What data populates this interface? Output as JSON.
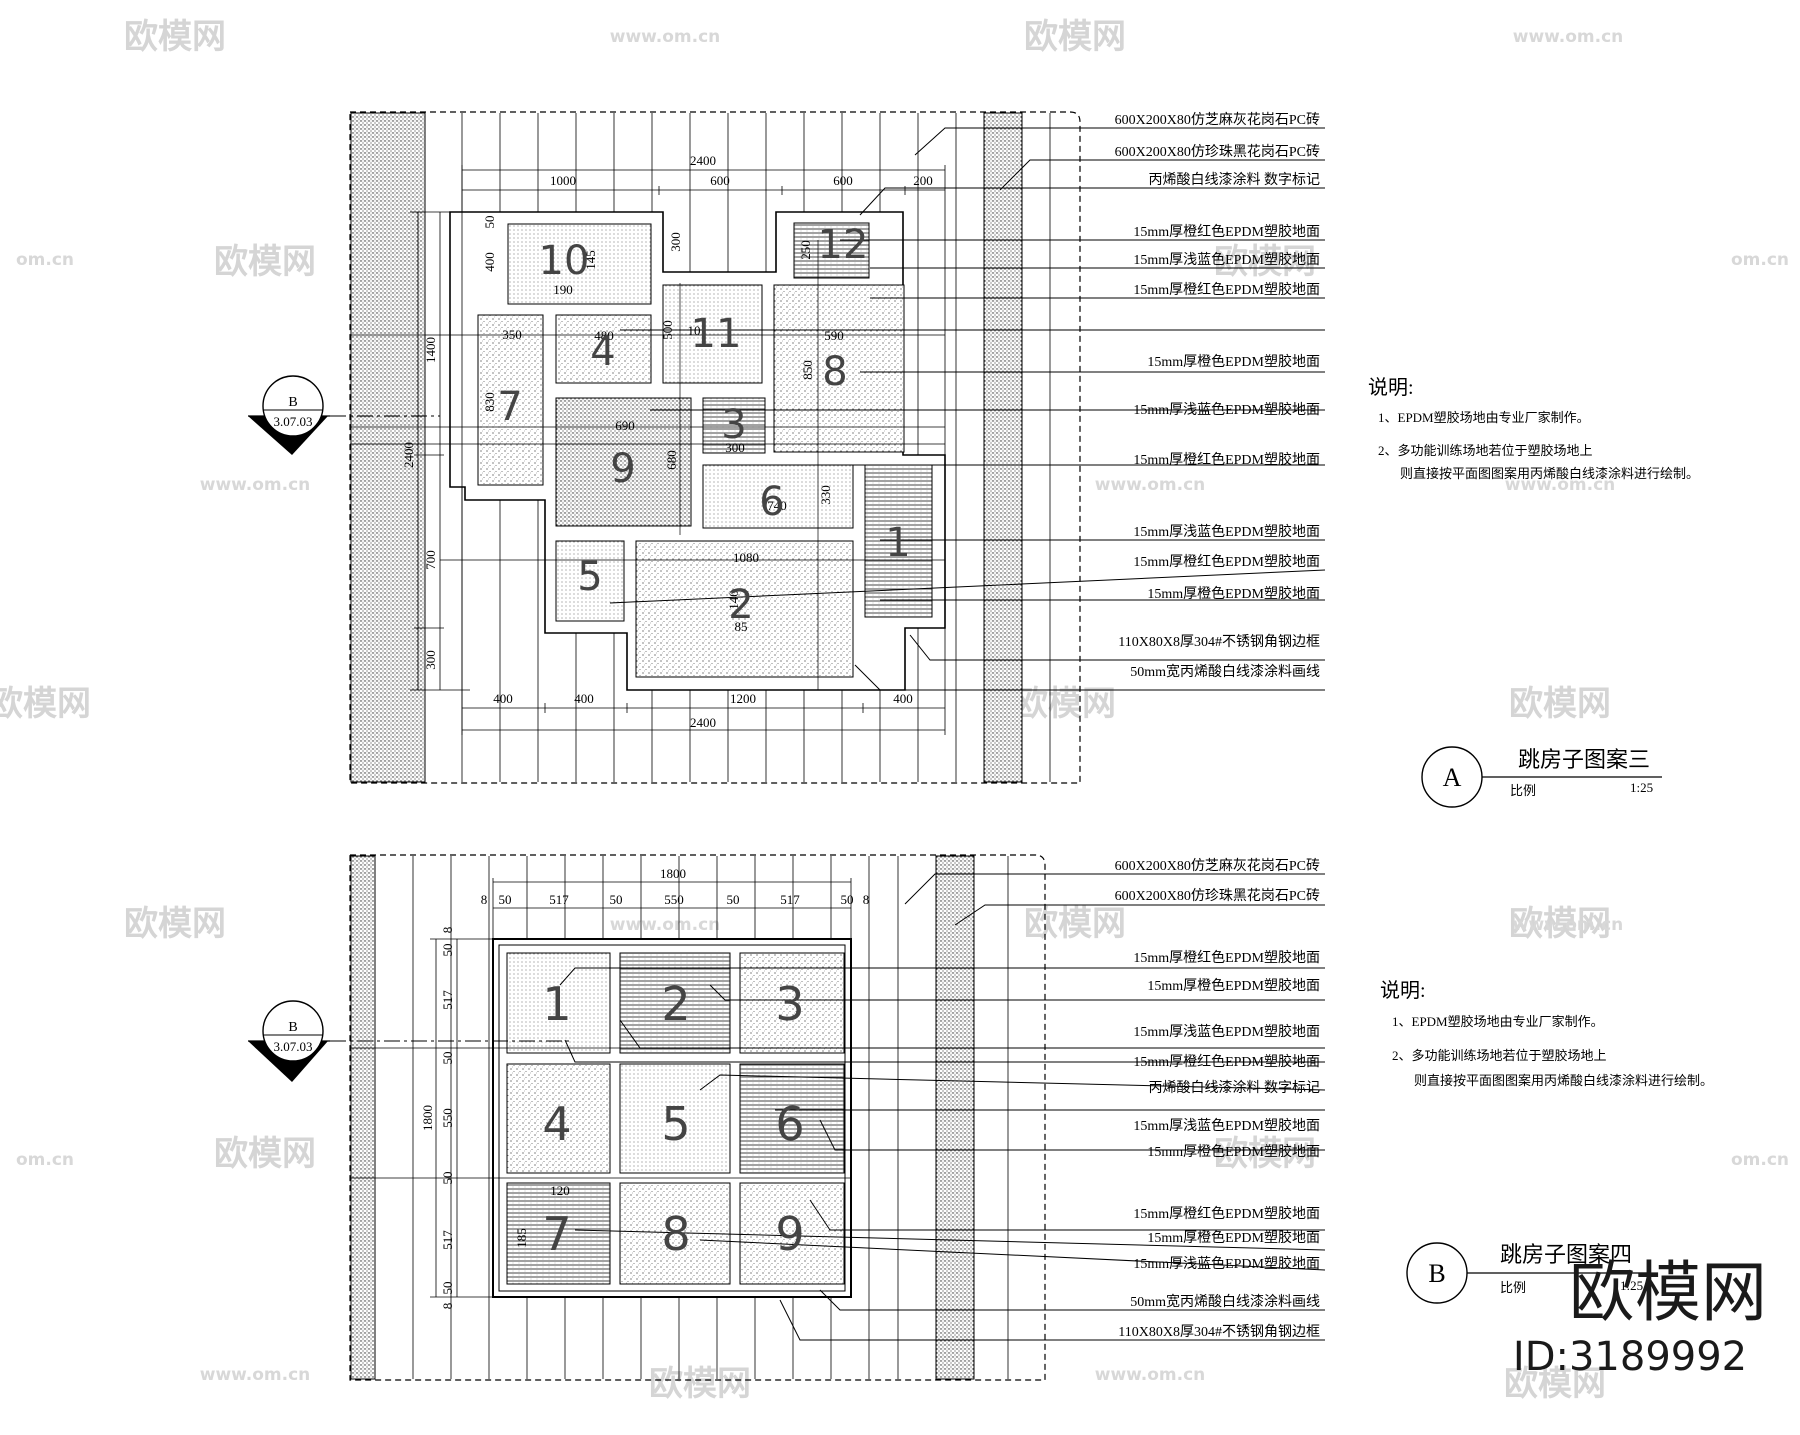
{
  "watermark": {
    "brand": "欧模网",
    "url": "www.om.cn",
    "url_short": "om.cn",
    "id": "ID:3189992"
  },
  "panel_a": {
    "title": "跳房子图案三",
    "marker": "A",
    "scale_label": "比例",
    "scale": "1:25",
    "section_marker": "B",
    "section_ref": "3.07.03",
    "dims_top": [
      "2400",
      "1000",
      "600",
      "600",
      "200"
    ],
    "dims_bottom": [
      "400",
      "400",
      "1200",
      "400",
      "2400"
    ],
    "dims_left": [
      "1400",
      "2400",
      "700",
      "300"
    ],
    "inner_dims": [
      "300",
      "145",
      "190",
      "400",
      "250",
      "50",
      "480",
      "500",
      "10",
      "590",
      "350",
      "830",
      "850",
      "690",
      "300",
      "680",
      "740",
      "330",
      "1080",
      "140",
      "85"
    ],
    "numbers": [
      "1",
      "2",
      "3",
      "4",
      "5",
      "6",
      "7",
      "8",
      "9",
      "10",
      "11",
      "12"
    ],
    "labels": [
      "600X200X80仿芝麻灰花岗石PC砖",
      "600X200X80仿珍珠黑花岗石PC砖",
      "丙烯酸白线漆涂料 数字标记",
      "15mm厚橙红色EPDM塑胶地面",
      "15mm厚浅蓝色EPDM塑胶地面",
      "15mm厚橙红色EPDM塑胶地面",
      "15mm厚橙色EPDM塑胶地面",
      "15mm厚浅蓝色EPDM塑胶地面",
      "15mm厚橙红色EPDM塑胶地面",
      "15mm厚浅蓝色EPDM塑胶地面",
      "15mm厚橙红色EPDM塑胶地面",
      "15mm厚橙色EPDM塑胶地面",
      "110X80X8厚304#不锈钢角钢边框",
      "50mm宽丙烯酸白线漆涂料画线"
    ],
    "notes_title": "说明:",
    "notes": [
      "1、EPDM塑胶场地由专业厂家制作。",
      "2、多功能训练场地若位于塑胶场地上",
      "则直接按平面图图案用丙烯酸白线漆涂料进行绘制。"
    ]
  },
  "panel_b": {
    "title": "跳房子图案四",
    "marker": "B",
    "scale_label": "比例",
    "scale": "1:25",
    "section_marker": "B",
    "section_ref": "3.07.03",
    "dims_top": [
      "1800",
      "8",
      "50",
      "517",
      "50",
      "550",
      "50",
      "517",
      "50",
      "8"
    ],
    "dims_left": [
      "1800",
      "8",
      "50",
      "517",
      "50",
      "550",
      "50",
      "517",
      "50",
      "8"
    ],
    "inner_dims": [
      "120",
      "185"
    ],
    "numbers": [
      "1",
      "2",
      "3",
      "4",
      "5",
      "6",
      "7",
      "8",
      "9"
    ],
    "labels": [
      "600X200X80仿芝麻灰花岗石PC砖",
      "600X200X80仿珍珠黑花岗石PC砖",
      "15mm厚橙红色EPDM塑胶地面",
      "15mm厚橙色EPDM塑胶地面",
      "15mm厚浅蓝色EPDM塑胶地面",
      "15mm厚橙红色EPDM塑胶地面",
      "丙烯酸白线漆涂料 数字标记",
      "15mm厚浅蓝色EPDM塑胶地面",
      "15mm厚橙色EPDM塑胶地面",
      "15mm厚橙红色EPDM塑胶地面",
      "15mm厚橙色EPDM塑胶地面",
      "15mm厚浅蓝色EPDM塑胶地面",
      "50mm宽丙烯酸白线漆涂料画线",
      "110X80X8厚304#不锈钢角钢边框"
    ],
    "notes_title": "说明:",
    "notes": [
      "1、EPDM塑胶场地由专业厂家制作。",
      "2、多功能训练场地若位于塑胶场地上",
      "则直接按平面图图案用丙烯酸白线漆涂料进行绘制。"
    ]
  }
}
